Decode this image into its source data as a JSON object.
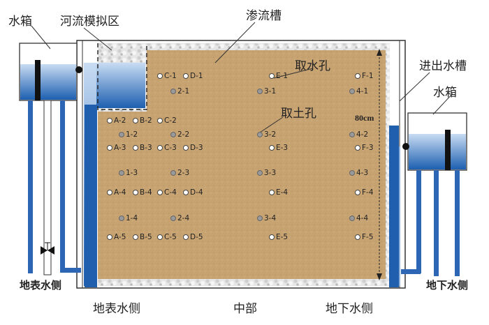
{
  "labels": {
    "left_tank": "水箱",
    "river_zone": "河流模拟区",
    "seepage_tank": "渗流槽",
    "water_hole": "取水孔",
    "soil_hole": "取土孔",
    "inout_tank": "进出水槽",
    "right_tank": "水箱",
    "dimension": "80cm",
    "surface_side_left": "地表水侧",
    "groundwater_side_right": "地下水侧",
    "bottom_surface": "地表水侧",
    "bottom_middle": "中部",
    "bottom_ground": "地下水侧"
  },
  "water_holes": [
    "C-1",
    "D-1",
    "E-1",
    "F-1",
    "A-2",
    "B-2",
    "C-2",
    "A-3",
    "B-3",
    "C-3",
    "D-3",
    "E-3",
    "F-3",
    "A-4",
    "B-4",
    "C-4",
    "D-4",
    "E-4",
    "F-4",
    "A-5",
    "B-5",
    "C-5",
    "D-5",
    "E-5",
    "F-5"
  ],
  "soil_holes": [
    "2-1",
    "3-1",
    "4-1",
    "1-2",
    "2-2",
    "3-2",
    "4-2",
    "1-3",
    "2-3",
    "3-3",
    "4-3",
    "1-4",
    "2-4",
    "3-4",
    "4-4"
  ],
  "colors": {
    "water": "#1f63b4",
    "soil": "#c9a473",
    "frame": "#333333"
  }
}
